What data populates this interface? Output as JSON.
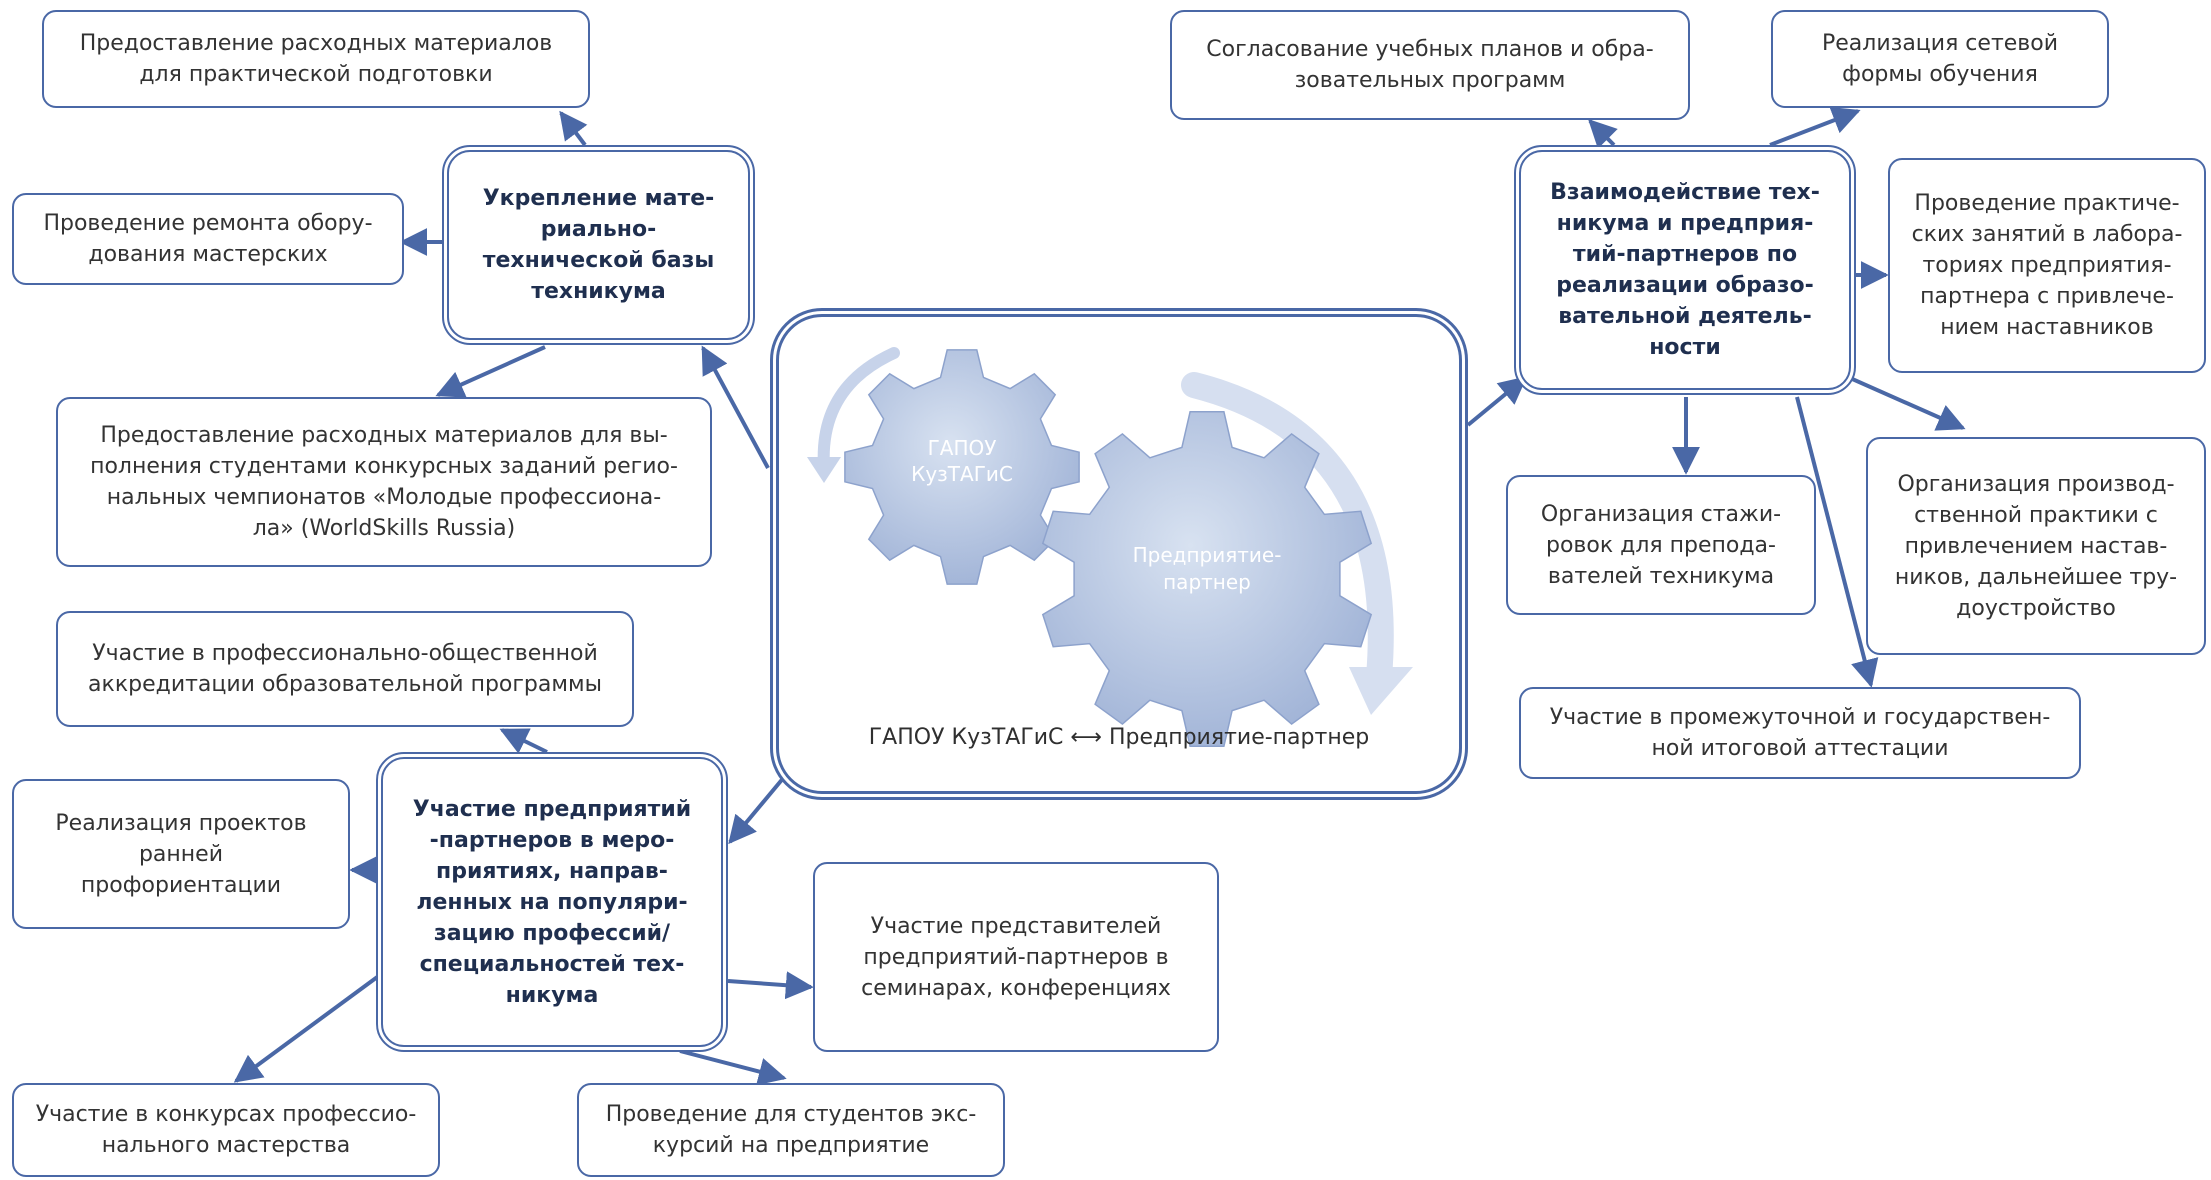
{
  "colors": {
    "accent": "#4a68a6",
    "gear": "#aebedd",
    "gear_light": "#d8e2f1",
    "text": "#333333"
  },
  "center": {
    "gear_small_label": [
      "ГАПОУ",
      "КузТАГиС"
    ],
    "gear_large_label": [
      "Предприятие-",
      "партнер"
    ],
    "caption_left": "ГАПОУ КузТАГиС",
    "caption_arrow": "⟷",
    "caption_right": "Предприятие-партнер"
  },
  "hubs": {
    "material_base": [
      "Укрепление мате-",
      "риально-",
      "технической базы",
      "техникума"
    ],
    "interaction": [
      "Взаимодействие тех-",
      "никума и предприя-",
      "тий-партнеров по",
      "реализации образо-",
      "вательной деятель-",
      "ности"
    ],
    "popularization": [
      "Участие предприятий",
      "-партнеров в меро-",
      "приятиях, направ-",
      "ленных на популяри-",
      "зацию профессий/",
      "специальностей тех-",
      "никума"
    ]
  },
  "boxes": {
    "consumables_practice": [
      "Предоставление расходных материалов",
      "для практической подготовки"
    ],
    "equipment_repair": [
      "Проведение ремонта обору-",
      "дования мастерских"
    ],
    "consumables_competitions": [
      "Предоставление расходных материалов для вы-",
      "полнения студентами конкурсных заданий регио-",
      "нальных чемпионатов «Молодые профессиона-",
      "ла» (WorldSkills Russia)"
    ],
    "curriculum": [
      "Согласование учебных планов и обра-",
      "зовательных программ"
    ],
    "network_form": [
      "Реализация сетевой",
      "формы обучения"
    ],
    "practical_classes": [
      "Проведение практиче-",
      "ских занятий в лабора-",
      "ториях предприятия-",
      "партнера с привлече-",
      "нием наставников"
    ],
    "internships": [
      "Организация стажи-",
      "ровок для препода-",
      "вателей техникума"
    ],
    "industrial_practice": [
      "Организация производ-",
      "ственной практики с",
      "привлечением настав-",
      "ников, дальнейшее тру-",
      "доустройство"
    ],
    "attestation": [
      "Участие в промежуточной и государствен-",
      "ной итоговой аттестации"
    ],
    "accreditation": [
      "Участие в профессионально-общественной",
      "аккредитации образовательной программы"
    ],
    "early_orientation": [
      "Реализация проектов",
      "ранней",
      "профориентации"
    ],
    "seminars": [
      "Участие представителей",
      "предприятий-партнеров в",
      "семинарах, конференциях"
    ],
    "skill_contests": [
      "Участие в конкурсах профессио-",
      "нального мастерства"
    ],
    "excursions": [
      "Проведение для студентов экс-",
      "курсий на предприятие"
    ]
  }
}
